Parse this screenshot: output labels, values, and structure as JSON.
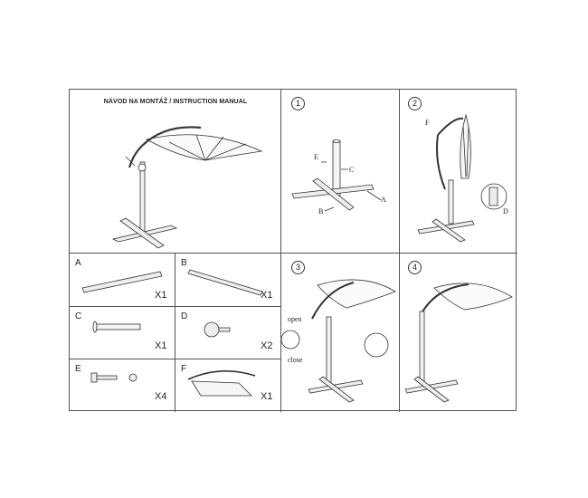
{
  "title": "NÁVOD NA MONTÁŽ / INSTRUCTION MANUAL",
  "steps": [
    {
      "number": "1",
      "labels": {
        "a": "A",
        "b": "B",
        "c": "C",
        "e": "E"
      }
    },
    {
      "number": "2",
      "labels": {
        "f": "F",
        "d": "D"
      }
    },
    {
      "number": "3",
      "labels": {
        "open": "open",
        "close": "close"
      }
    },
    {
      "number": "4"
    }
  ],
  "parts": [
    {
      "letter": "A",
      "qty": "X1"
    },
    {
      "letter": "B",
      "qty": "X1"
    },
    {
      "letter": "C",
      "qty": "X1"
    },
    {
      "letter": "D",
      "qty": "X2"
    },
    {
      "letter": "E",
      "qty": "X4"
    },
    {
      "letter": "F",
      "qty": "X1"
    }
  ]
}
